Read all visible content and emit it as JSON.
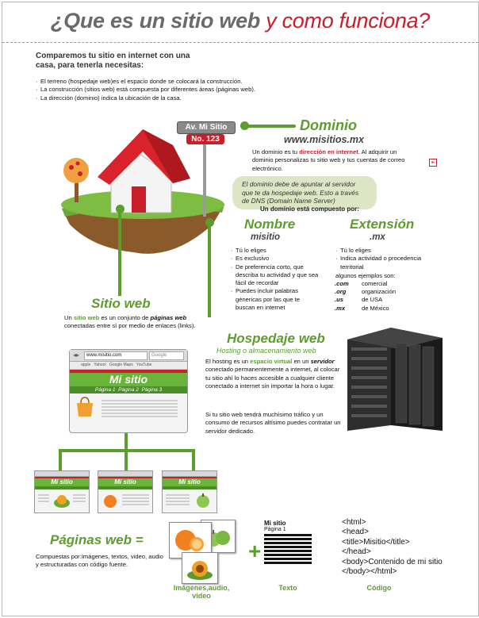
{
  "title": {
    "part1": "¿Que es un sitio web",
    "part2": "y como funciona?"
  },
  "intro": {
    "heading": "Comparemos tu sitio en internet con una casa, para tenerla necesitas:",
    "items": [
      "El terreno (hospedaje web)es el espacio donde se colocará la construcción.",
      "La construcción (sitios web) está compuesta por diferentes áreas (páginas web).",
      "La dirección (dominio) indica la ubicación de la casa."
    ]
  },
  "street_sign": {
    "street": "Av. Mi Sitio",
    "number": "No. 123"
  },
  "dominio": {
    "title": "Dominio",
    "example": "www.misitios.mx",
    "desc_pre": "Un dominio es tu ",
    "desc_hl": "dirección en internet",
    "desc_post": ". Al adquirir un dominio personalizas tu sitio web y tus cuentas de correo electrónico.",
    "bubble": "El dominio debe de apuntar al servidor que te da hospedaje web. Esto a través de DNS (Domain Name Server)",
    "composed": "Un dominio está compuesto por:"
  },
  "nombre": {
    "title": "Nombre",
    "sub": "misitio",
    "items": [
      "Tú lo eliges",
      "Es exclusivo",
      "De preferencia corto, que describa tu actividad y que sea fácil de recordar",
      "Puedes incluir palabras génericas por las que te buscan en internet"
    ]
  },
  "extension": {
    "title": "Extensión",
    "sub": ".mx",
    "items": [
      "Tú lo eliges",
      "Indica actividad o procedencia territorial"
    ],
    "examples_label": "algunos ejemplos son:",
    "examples": [
      {
        "ext": ".com",
        "meaning": "comercial"
      },
      {
        "ext": ".org",
        "meaning": "organización"
      },
      {
        "ext": ".us",
        "meaning": "de USA"
      },
      {
        "ext": ".mx",
        "meaning": "de México"
      }
    ]
  },
  "sitio_web": {
    "title": "Sitio web",
    "desc_pre": "Un ",
    "desc_hl": "sitio web",
    "desc_mid": " es un conjunto de ",
    "desc_em": "páginas web",
    "desc_post": " conectadas entre sí por medio de enlaces (links)."
  },
  "browser": {
    "url": "www.misitio.com",
    "search": "Google",
    "bookmarks": [
      "apple",
      "Yahoo!",
      "Google Maps",
      "YouTube"
    ],
    "site_title": "Mi sitio",
    "pages": [
      "Página 1",
      "Página 2",
      "Página 3"
    ]
  },
  "mini_sites": {
    "title": "Mi sitio"
  },
  "hospedaje": {
    "title": "Hospedaje web",
    "sub": "Hosting o almacenamiento web",
    "p1_pre": "El hosting es un ",
    "p1_hl": "espacio virtual",
    "p1_mid": " en un ",
    "p1_em": "servidor",
    "p1_post": " conectado permanentemente a internet, al colocar tu sitio ahí lo haces accesible a cualquier cliente conectado a internet sin importar la hora o lugar.",
    "p2": "Si tu sitio web tendrá muchísimo tráfico y un consumo de recursos altísimo puedes contratar un servidor dedicado."
  },
  "paginas": {
    "title": "Páginas web =",
    "desc": "Compuestas por:Imágenes, textos, video, audio y estructuradas con código fuente."
  },
  "elements": {
    "plus": "+",
    "text_title": "Mi sitio",
    "text_sub": "Página 1",
    "label_media": "Imágenes,audio, video",
    "label_text": "Texto",
    "label_code": "Código",
    "code_lines": [
      "<html>",
      "<head>",
      "<title>Misitio</title>",
      "</head>",
      "<body>Contenido de mi sitio",
      "</body></html>"
    ]
  },
  "colors": {
    "green": "#5d9d2e",
    "red": "#c8202a",
    "grey": "#6a6a6a"
  }
}
